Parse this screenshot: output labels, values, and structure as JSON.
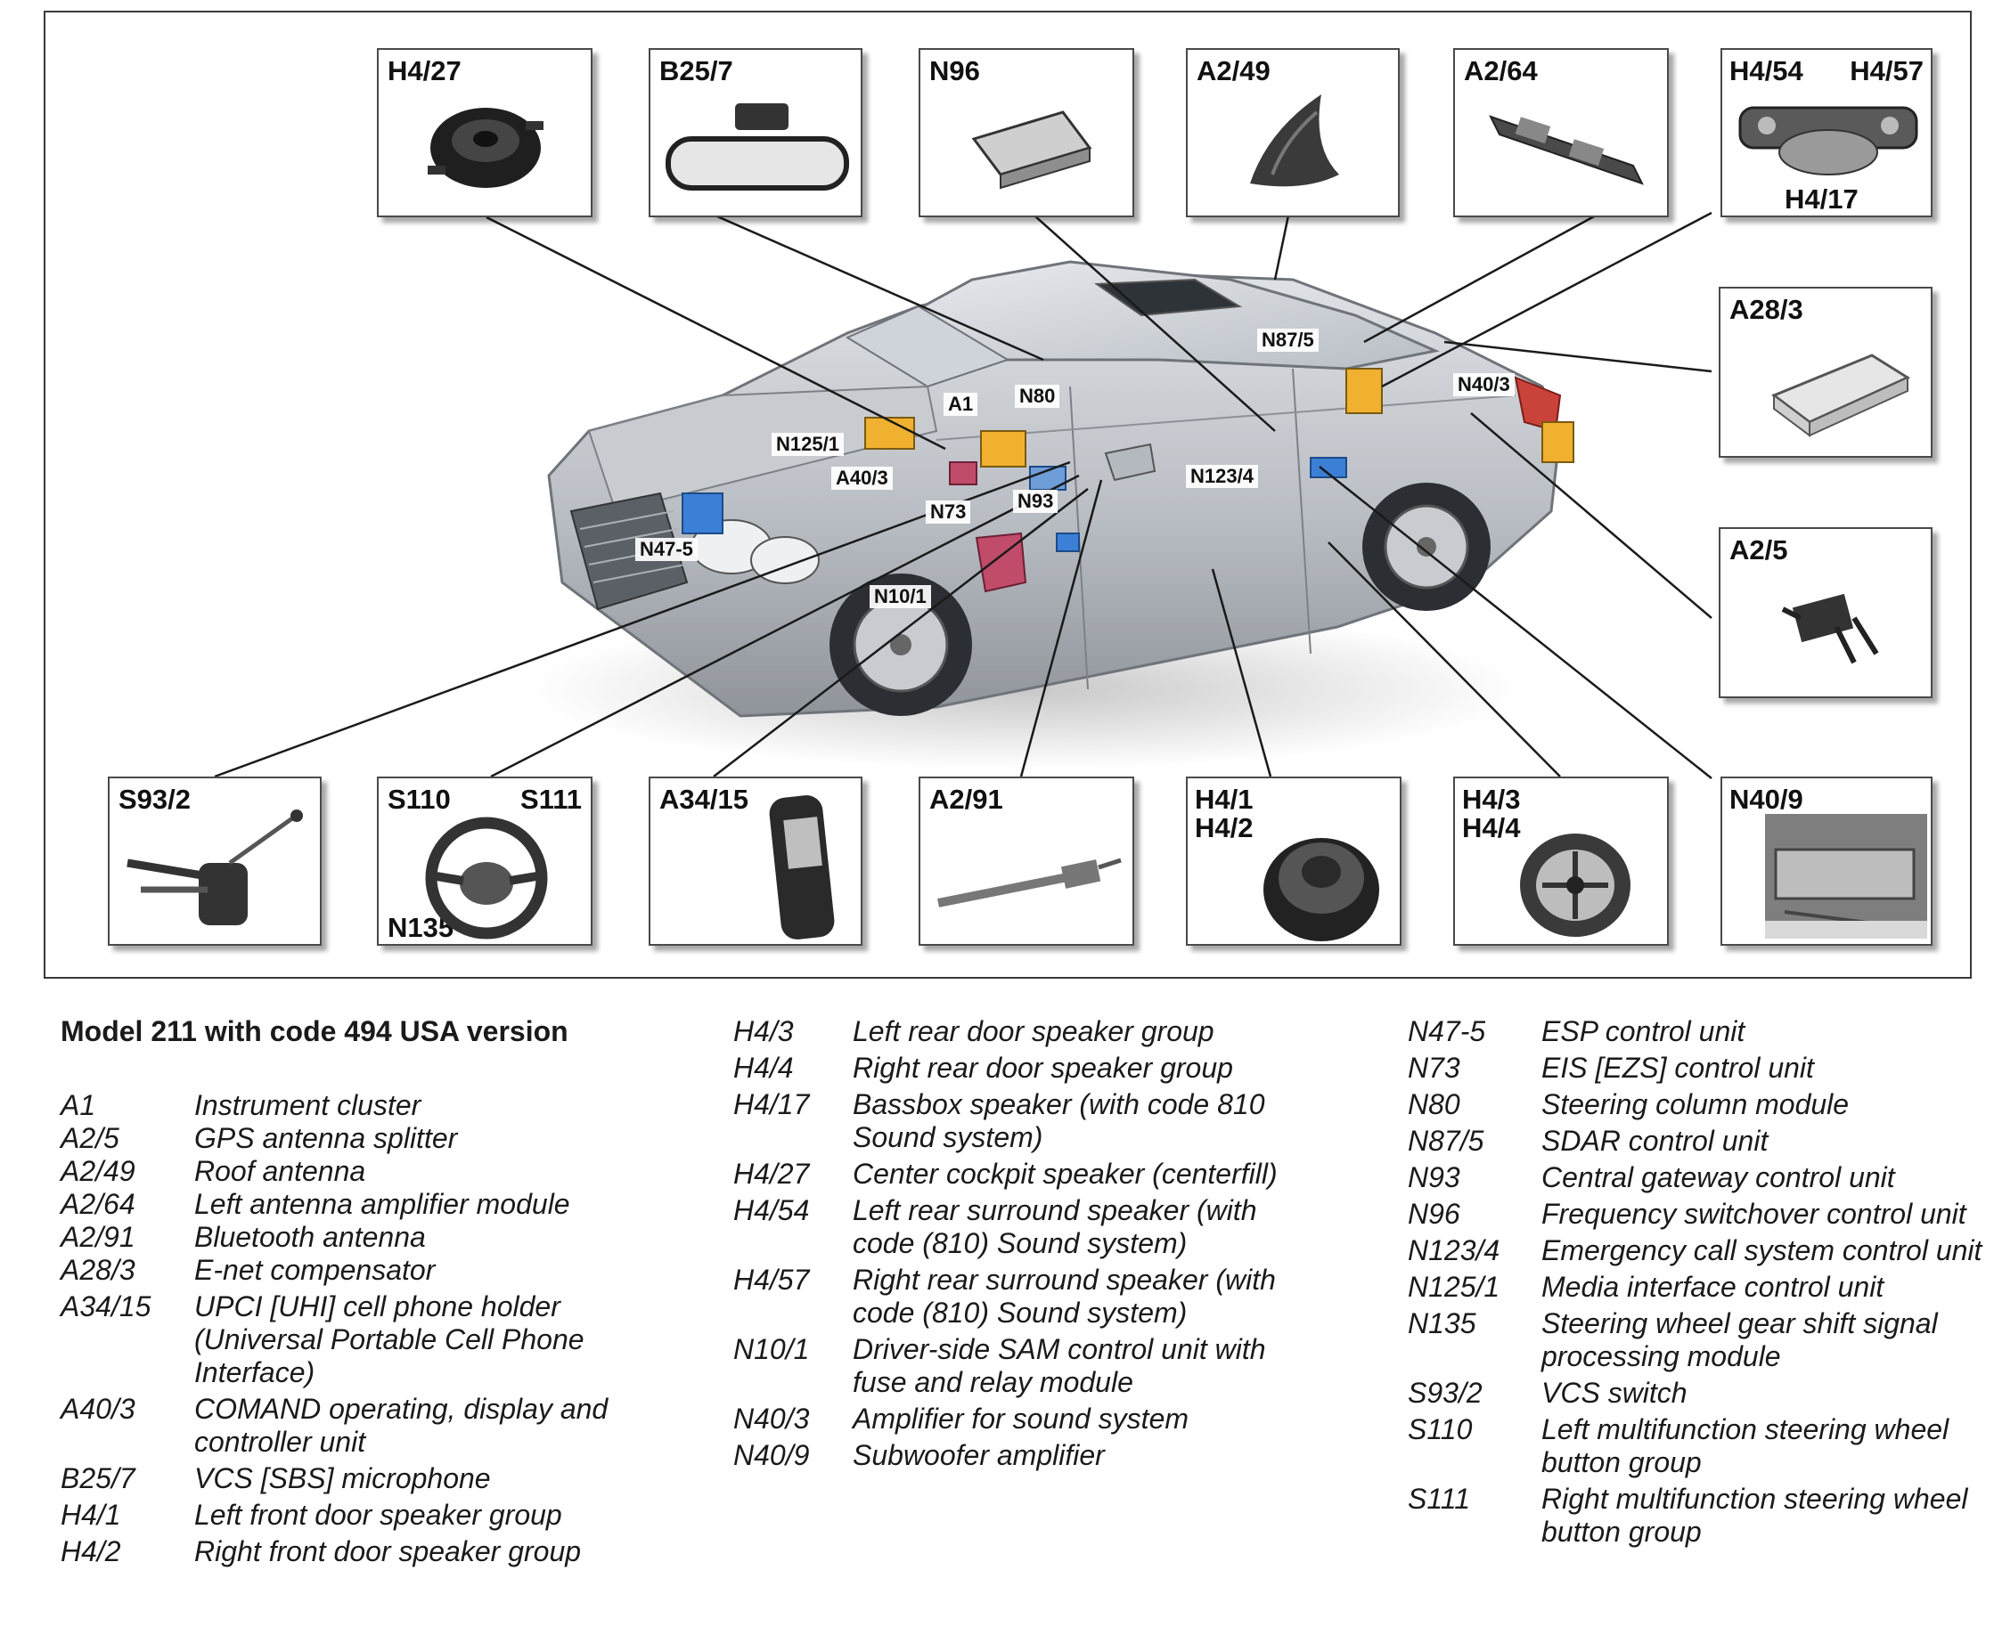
{
  "diagram": {
    "boxes": {
      "h427": "H4/27",
      "b257": "B25/7",
      "n96": "N96",
      "a249": "A2/49",
      "a264": "A2/64",
      "h454": "H4/54",
      "h457": "H4/57",
      "h417": "H4/17",
      "a283": "A28/3",
      "a25": "A2/5",
      "s932": "S93/2",
      "s110": "S110",
      "s111": "S111",
      "n135": "N135",
      "a3415": "A34/15",
      "a291": "A2/91",
      "h41": "H4/1",
      "h42": "H4/2",
      "h43": "H4/3",
      "h44": "H4/4",
      "n409": "N40/9"
    },
    "callouts": {
      "n875": "N87/5",
      "n403": "N40/3",
      "a1": "A1",
      "n80": "N80",
      "n1251": "N125/1",
      "a403": "A40/3",
      "n93": "N93",
      "n1234": "N123/4",
      "n73": "N73",
      "n475": "N47-5",
      "n101": "N10/1"
    }
  },
  "legend": {
    "title": "Model 211 with code 494 USA version",
    "col1": [
      {
        "code": "A1",
        "desc": "Instrument cluster"
      },
      {
        "code": "A2/5",
        "desc": "GPS antenna splitter"
      },
      {
        "code": "A2/49",
        "desc": "Roof antenna"
      },
      {
        "code": "A2/64",
        "desc": "Left antenna amplifier module"
      },
      {
        "code": "A2/91",
        "desc": "Bluetooth antenna"
      },
      {
        "code": "A28/3",
        "desc": "E-net compensator"
      },
      {
        "code": "A34/15",
        "desc": "UPCI [UHI] cell phone holder (Universal Portable Cell Phone Interface)"
      },
      {
        "code": "A40/3",
        "desc": "COMAND operating, display and controller unit"
      },
      {
        "code": "B25/7",
        "desc": "VCS [SBS] microphone"
      },
      {
        "code": "H4/1",
        "desc": "Left front door speaker group"
      },
      {
        "code": "H4/2",
        "desc": "Right front door speaker group"
      }
    ],
    "col2": [
      {
        "code": "H4/3",
        "desc": "Left rear door speaker group"
      },
      {
        "code": "H4/4",
        "desc": "Right rear door speaker group"
      },
      {
        "code": "H4/17",
        "desc": "Bassbox speaker (with code 810 Sound system)"
      },
      {
        "code": "H4/27",
        "desc": "Center cockpit speaker (centerfill)"
      },
      {
        "code": "H4/54",
        "desc": "Left rear surround speaker (with code (810) Sound system)"
      },
      {
        "code": "H4/57",
        "desc": "Right rear surround speaker (with code (810) Sound system)"
      },
      {
        "code": "N10/1",
        "desc": "Driver-side SAM control unit with fuse and relay module"
      },
      {
        "code": "N40/3",
        "desc": "Amplifier for sound system"
      },
      {
        "code": "N40/9",
        "desc": "Subwoofer amplifier"
      }
    ],
    "col3": [
      {
        "code": "N47-5",
        "desc": "ESP control unit"
      },
      {
        "code": "N73",
        "desc": "EIS [EZS] control unit"
      },
      {
        "code": "N80",
        "desc": "Steering column module"
      },
      {
        "code": "N87/5",
        "desc": "SDAR control unit"
      },
      {
        "code": "N93",
        "desc": "Central gateway control unit"
      },
      {
        "code": "N96",
        "desc": "Frequency switchover control unit"
      },
      {
        "code": "N123/4",
        "desc": "Emergency call system control unit"
      },
      {
        "code": "N125/1",
        "desc": "Media interface control unit"
      },
      {
        "code": "N135",
        "desc": "Steering wheel gear shift signal processing module"
      },
      {
        "code": "S93/2",
        "desc": "VCS switch"
      },
      {
        "code": "S110",
        "desc": "Left multifunction steering wheel button group"
      },
      {
        "code": "S111",
        "desc": "Right multifunction steering wheel button group"
      }
    ]
  }
}
